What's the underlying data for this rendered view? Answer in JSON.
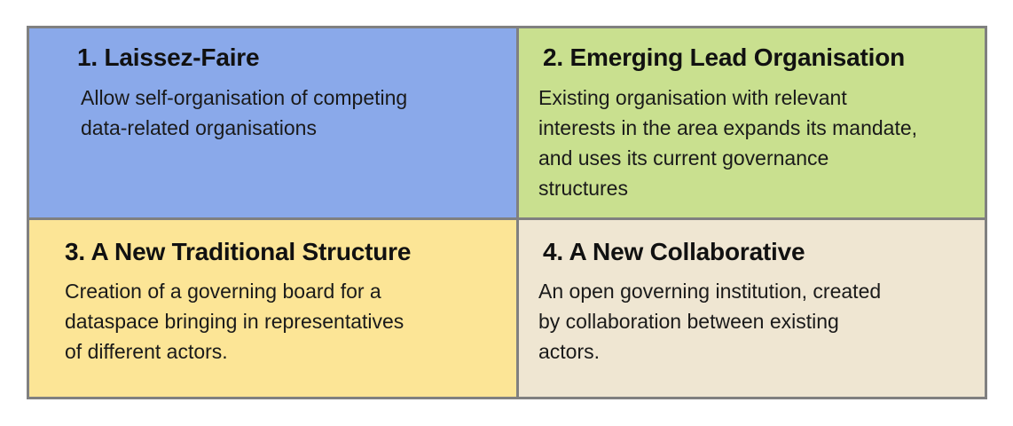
{
  "diagram": {
    "type": "2x2-matrix",
    "colors": {
      "border": "#808080",
      "q1_fill": "#8aa9ea",
      "q2_fill": "#c9e08f",
      "q3_fill": "#fce596",
      "q4_fill": "#efe6d2"
    },
    "quadrants": [
      {
        "title": "1. Laissez-Faire",
        "description": "Allow self-organisation of competing\ndata-related organisations"
      },
      {
        "title": "2. Emerging Lead Organisation",
        "description": "Existing organisation with relevant\ninterests in the area expands its mandate,\nand uses its current governance\nstructures"
      },
      {
        "title": "3. A New Traditional Structure",
        "description": "Creation of a governing board for a\ndataspace bringing in representatives\nof different actors."
      },
      {
        "title": "4. A New Collaborative",
        "description": "An open governing institution, created\nby collaboration between existing\nactors."
      }
    ]
  }
}
